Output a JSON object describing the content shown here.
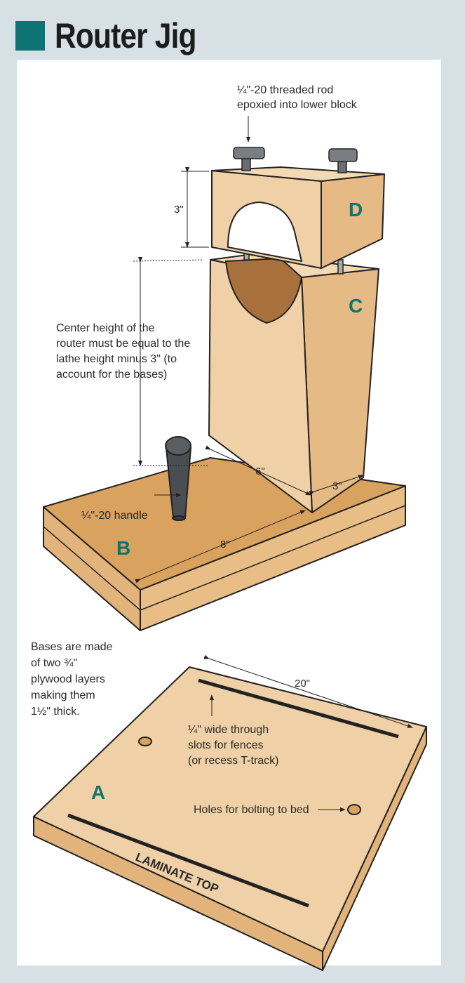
{
  "title": "Router Jig",
  "colors": {
    "accent": "#0e7373",
    "background": "#d7e0e5",
    "wood_light": "#f0d0a6",
    "wood_mid": "#e2b47c",
    "wood_dark": "#a8703c"
  },
  "parts": {
    "a": "A",
    "b": "B",
    "c": "C",
    "d": "D"
  },
  "callouts": {
    "rod": [
      "¼\"-20 threaded rod",
      "epoxied into lower block"
    ],
    "center": [
      "Center height of the",
      "router must be equal to the",
      "lathe height minus 3\" (to",
      "account for the bases)"
    ],
    "handle": "¼\"-20 handle",
    "bases": [
      "Bases are made",
      "of two ¾\"",
      "plywood layers",
      "making them",
      "1½\" thick."
    ],
    "slots": [
      "¼\" wide through",
      "slots for fences",
      "(or recess T-track)"
    ],
    "holes": "Holes for bolting to bed",
    "laminate": "LAMINATE TOP"
  },
  "dimensions": {
    "d_height": "3\"",
    "c_width": "6\"",
    "c_depth": "3\"",
    "b_length": "8\"",
    "a_length": "20\""
  }
}
